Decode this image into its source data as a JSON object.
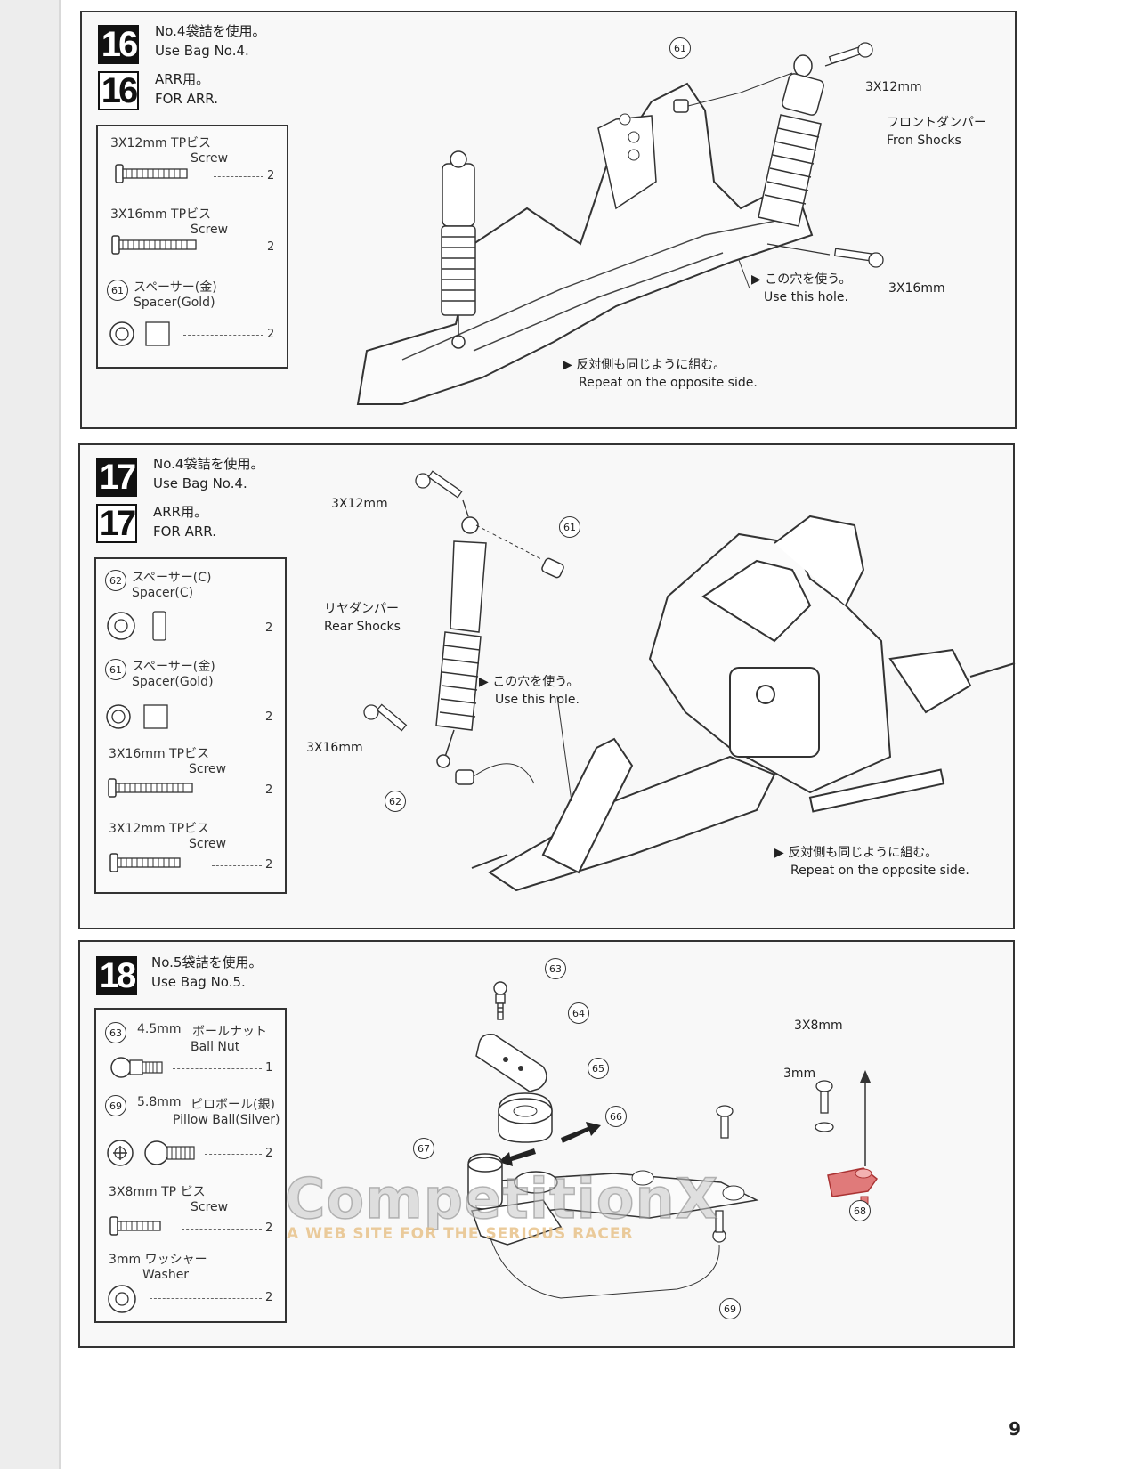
{
  "page_number": "9",
  "watermark": {
    "brand": "CompetitionX",
    "tagline": "A WEB SITE FOR THE SERIOUS RACER"
  },
  "steps": [
    {
      "number": "16",
      "header_jp": "No.4袋詰を使用。",
      "header_en": "Use Bag No.4.",
      "variant_jp": "ARR用。",
      "variant_en": "FOR ARR.",
      "parts": [
        {
          "name_jp": "3X12mm TPビス",
          "name_en": "Screw",
          "qty": "2",
          "icon": "screw-icon"
        },
        {
          "name_jp": "3X16mm TPビス",
          "name_en": "Screw",
          "qty": "2",
          "icon": "screw-icon"
        },
        {
          "ref": "61",
          "name_jp": "スペーサー(金)",
          "name_en": "Spacer(Gold)",
          "qty": "2",
          "icon": "spacer-icon"
        }
      ],
      "callouts": [
        "61"
      ],
      "labels": {
        "screw_top": "3X12mm",
        "shock_jp": "フロントダンパー",
        "shock_en": "Fron Shocks",
        "screw_bottom": "3X16mm"
      },
      "notes": [
        {
          "jp": "この穴を使う。",
          "en": "Use this hole."
        },
        {
          "jp": "反対側も同じように組む。",
          "en": "Repeat on the opposite side."
        }
      ]
    },
    {
      "number": "17",
      "header_jp": "No.4袋詰を使用。",
      "header_en": "Use Bag No.4.",
      "variant_jp": "ARR用。",
      "variant_en": "FOR ARR.",
      "parts": [
        {
          "ref": "62",
          "name_jp": "スペーサー(C)",
          "name_en": "Spacer(C)",
          "qty": "2",
          "icon": "spacer-icon"
        },
        {
          "ref": "61",
          "name_jp": "スペーサー(金)",
          "name_en": "Spacer(Gold)",
          "qty": "2",
          "icon": "spacer-icon"
        },
        {
          "name_jp": "3X16mm TPビス",
          "name_en": "Screw",
          "qty": "2",
          "icon": "screw-icon"
        },
        {
          "name_jp": "3X12mm TPビス",
          "name_en": "Screw",
          "qty": "2",
          "icon": "screw-icon"
        }
      ],
      "callouts": [
        "61",
        "62"
      ],
      "labels": {
        "screw_top": "3X12mm",
        "shock_jp": "リヤダンパー",
        "shock_en": "Rear Shocks",
        "screw_bottom": "3X16mm"
      },
      "notes": [
        {
          "jp": "この穴を使う。",
          "en": "Use this hole."
        },
        {
          "jp": "反対側も同じように組む。",
          "en": "Repeat on the opposite side."
        }
      ]
    },
    {
      "number": "18",
      "header_jp": "No.5袋詰を使用。",
      "header_en": "Use Bag No.5.",
      "parts": [
        {
          "ref": "63",
          "size": "4.5mm",
          "name_jp": "ボールナット",
          "name_en": "Ball Nut",
          "qty": "1",
          "icon": "ball-nut-icon"
        },
        {
          "ref": "69",
          "size": "5.8mm",
          "name_jp": "ピロボール(銀)",
          "name_en": "Pillow Ball(Silver)",
          "qty": "2",
          "icon": "pillow-ball-icon"
        },
        {
          "name_jp": "3X8mm TP ビス",
          "name_en": "Screw",
          "qty": "2",
          "icon": "screw-icon"
        },
        {
          "name_jp": "3mm ワッシャー",
          "name_en": "Washer",
          "qty": "2",
          "icon": "washer-icon"
        }
      ],
      "callouts": [
        "63",
        "64",
        "65",
        "66",
        "67",
        "68",
        "69"
      ],
      "labels": {
        "screw": "3X8mm",
        "washer": "3mm"
      }
    }
  ]
}
